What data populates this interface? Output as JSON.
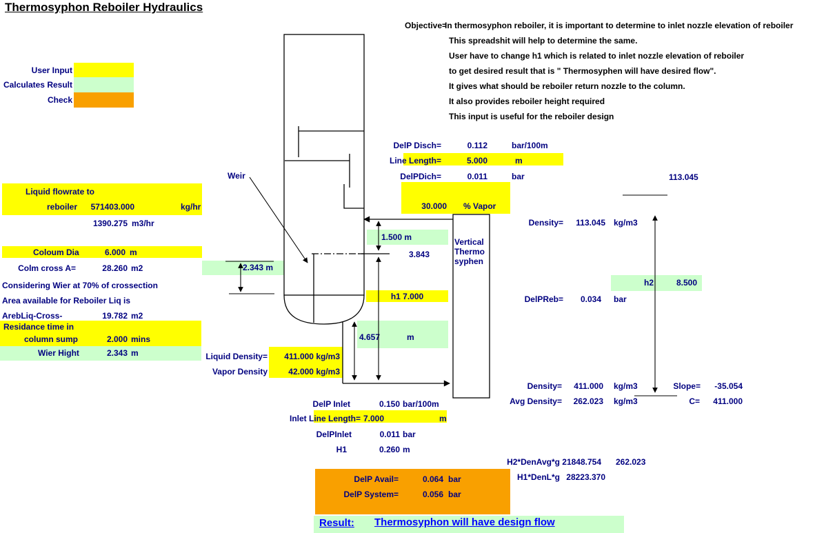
{
  "title": "Thermosyphon Reboiler Hydraulics",
  "legend": {
    "user_input": "User Input",
    "calculates_result": "Calculates Result",
    "check": "Check"
  },
  "objective": {
    "label": "Objective=",
    "lines": [
      "In thermosyphon reboiler, it is important to determine to inlet nozzle elevation of reboiler",
      "This spreadshit will help to determine the same.",
      "User have to change h1 which is related to inlet nozzle elevation of reboiler",
      "to get desired result that is \" Thermosyphen will have desired flow\".",
      "It gives what should be reboiler return nozzle to the column.",
      "It also provides reboiler height required",
      "This input is useful for the reboiler design"
    ]
  },
  "left": {
    "flow_label_1": "Liquid flowrate to",
    "flow_label_2": "reboiler",
    "flow_value": "571403.000",
    "flow_unit": "kg/hr",
    "flow_m3_value": "1390.275",
    "flow_m3_unit": "m3/hr",
    "col_dia_label": "Coloum Dia",
    "col_dia_value": "6.000",
    "col_dia_unit": "m",
    "col_cross_label": "Colm cross A=",
    "col_cross_value": "28.260",
    "col_cross_unit": "m2",
    "note_1": "Considering Wier at 70% of crossection",
    "note_2": "Area available for Reboiler Liq is",
    "arebliq_label": "ArebLiq-Cross-",
    "arebliq_value": "19.782",
    "arebliq_unit": "m2",
    "residence_label_1": "Residance time in",
    "residence_label_2": "column sump",
    "residence_value": "2.000",
    "residence_unit": "mins",
    "wier_label": "Wier Hight",
    "wier_value": "2.343",
    "wier_unit": "m"
  },
  "diagram": {
    "weir_label": "Weir",
    "dim_weir_height": "2.343 m",
    "dim_top": "1.500 m",
    "level_value": "3.843",
    "h1_cell": "h1 7.000",
    "dim_bottom_value": "4.657",
    "dim_bottom_unit": "m",
    "liq_density_label": "Liquid Density=",
    "liq_density_value": "411.000 kg/m3",
    "vap_density_label": "Vapor Density",
    "vap_density_value": "42.000 kg/m3",
    "reboiler_line_1": "Vertical",
    "reboiler_line_2": "Thermo",
    "reboiler_line_3": "syphen"
  },
  "discharge": {
    "delp_disch_label": "DelP Disch=",
    "delp_disch_value": "0.112",
    "delp_disch_unit": "bar/100m",
    "line_length_label": "Line Length=",
    "line_length_value": "5.000",
    "line_length_unit": "m",
    "delpdich_label": "DelPDich=",
    "delpdich_value": "0.011",
    "delpdich_unit": "bar",
    "vapor_value": "30.000",
    "vapor_unit": "% Vapor"
  },
  "right": {
    "density_top": "113.045",
    "density_label": "Density=",
    "density_value": "113.045",
    "density_unit": "kg/m3",
    "h2_label": "h2",
    "h2_value": "8.500",
    "delpreb_label": "DelPReb=",
    "delpreb_value": "0.034",
    "delpreb_unit": "bar",
    "density2_label": "Density=",
    "density2_value": "411.000",
    "density2_unit": "kg/m3",
    "avg_density_label": "Avg Density=",
    "avg_density_value": "262.023",
    "avg_density_unit": "kg/m3",
    "slope_label": "Slope=",
    "slope_value": "-35.054",
    "c_label": "C=",
    "c_value": "411.000",
    "h2denavg_label": "H2*DenAvg*g",
    "h2denavg_value": "21848.754",
    "h2denavg_extra": "262.023",
    "h1denl_label": "H1*DenL*g",
    "h1denl_value": "28223.370"
  },
  "inlet": {
    "delp_inlet_label": "DelP Inlet",
    "delp_inlet_value": "0.150",
    "delp_inlet_unit": "bar/100m",
    "line_length_label": "Inlet Line Length=",
    "line_length_value": "7.000",
    "line_length_unit": "m",
    "delpinlet_label": "DelPInlet",
    "delpinlet_value": "0.011",
    "delpinlet_unit": "bar",
    "h1_label": "H1",
    "h1_value": "0.260",
    "h1_unit": "m"
  },
  "check": {
    "delp_avail_label": "DelP Avail=",
    "delp_avail_value": "0.064",
    "delp_avail_unit": "bar",
    "delp_system_label": "DelP System=",
    "delp_system_value": "0.056",
    "delp_system_unit": "bar"
  },
  "result": {
    "label": "Result:",
    "text": "Thermosyphon will have design flow"
  },
  "colors": {
    "input_yellow": "#FFFF00",
    "result_green": "#CCFFCC",
    "check_orange": "#F9A000",
    "sheet_text": "#000080",
    "result_blue": "#0000FF"
  }
}
